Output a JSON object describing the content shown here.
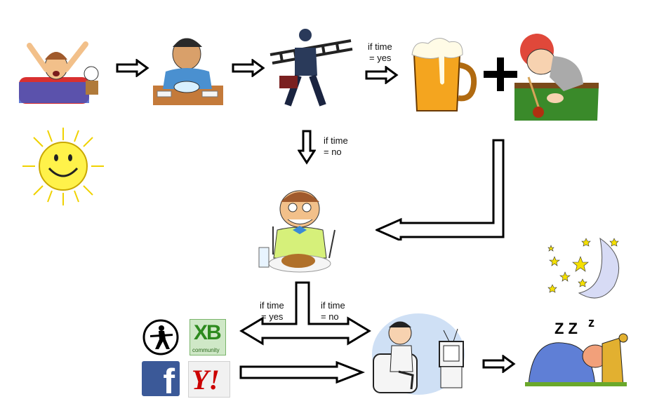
{
  "labels": {
    "yes_top": [
      "if time",
      "= yes"
    ],
    "no_middle": [
      "if time",
      "= no"
    ],
    "yes_bottom": [
      "if time",
      "= yes"
    ],
    "no_bottom": [
      "if time",
      "= no"
    ]
  },
  "logos": {
    "xbox_text": "XB",
    "xbox_sub": "community",
    "facebook_text": "f",
    "yahoo_text": "Y!"
  },
  "colors": {
    "beer": "#f4a51f",
    "felt": "#3a8a2a",
    "sun": "#fff24a",
    "sofa": "#cfe0f5",
    "blanket": "#5f7fd6"
  }
}
